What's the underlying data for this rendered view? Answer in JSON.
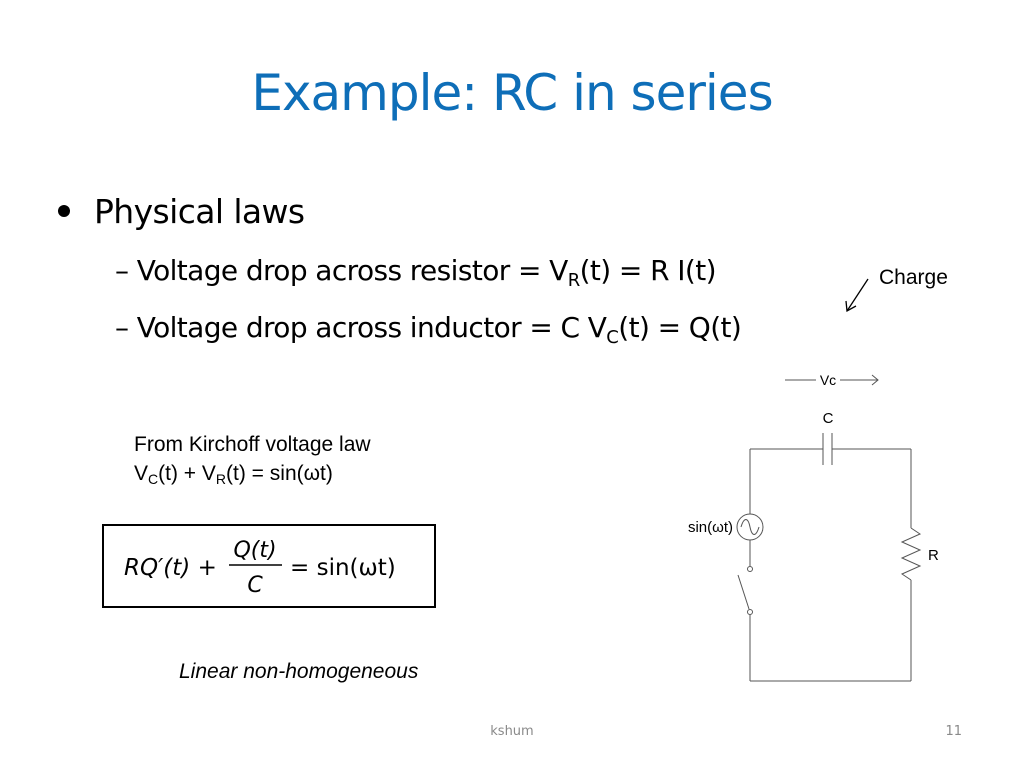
{
  "slide": {
    "title": "Example: RC in series",
    "bullets": {
      "level1": "Physical laws",
      "level2": [
        {
          "prefix": "– Voltage drop across resistor = V",
          "sub": "R",
          "suffix": "(t) = R I(t)"
        },
        {
          "prefix": "– Voltage drop across inductor = C V",
          "sub": "C",
          "suffix": "(t) = Q(t)"
        }
      ]
    },
    "annotation": {
      "label": "Charge",
      "icon": "arrow-down-left-icon"
    },
    "kirchoff": {
      "line1": "From Kirchoff voltage law",
      "line2": {
        "v1": "V",
        "sub1": "C",
        "mid": "(t) + V",
        "sub2": "R",
        "end": "(t) = sin(ωt)"
      }
    },
    "equation": {
      "lhs1": "RQ′(t) +",
      "numerator": "Q(t)",
      "denominator": "C",
      "rhs": "= sin(ωt)"
    },
    "equation_type": "Linear non-homogeneous",
    "circuit": {
      "voltage_label": "Vc",
      "capacitor_label": "C",
      "resistor_label": "R",
      "source_label": "sin(ωt)",
      "icons": [
        "ac-source-icon",
        "capacitor-icon",
        "resistor-icon",
        "switch-icon"
      ]
    },
    "footer": {
      "author": "kshum",
      "page": "11"
    }
  }
}
